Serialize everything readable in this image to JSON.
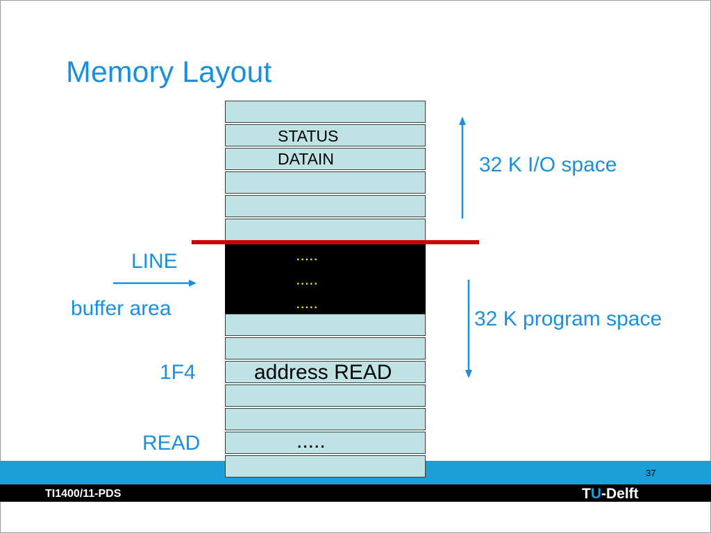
{
  "title": "Memory Layout",
  "cells": {
    "status": "STATUS",
    "datain": "DATAIN",
    "buffer1": ".....",
    "buffer2": ".....",
    "buffer3": ".....",
    "address_read": "address READ",
    "read_cell": "....."
  },
  "labels": {
    "line": "LINE",
    "buffer_area": "buffer area",
    "addr_1f4": "1F4",
    "read": "READ",
    "io_space": "32 K I/O space",
    "program_space": "32 K program space"
  },
  "footer": {
    "page_number": "37",
    "course": "TI1400/11-PDS",
    "logo_t": "T",
    "logo_u": "U",
    "logo_rest": "-Delft"
  },
  "colors": {
    "title_blue": "#1a8fdf",
    "cell_fill": "#bfe3e4",
    "divider_red": "#cc0000",
    "buffer_text": "#ffea00",
    "footer_band": "#1a9fd9"
  }
}
